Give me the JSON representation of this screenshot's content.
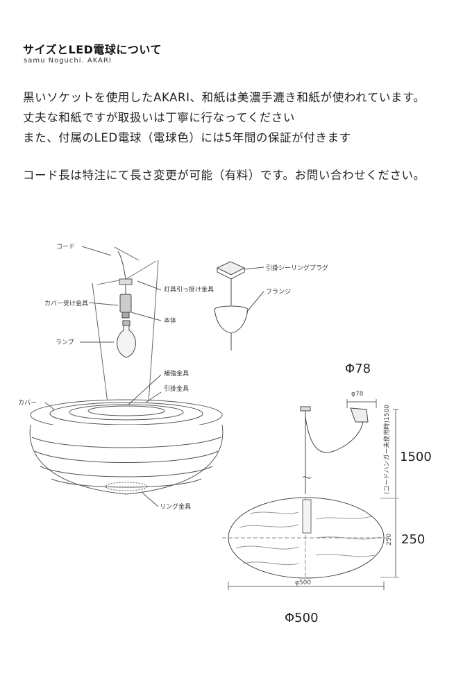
{
  "header": {
    "title": "サイズとLED電球について",
    "subtitle": "samu Noguchi. AKARI"
  },
  "description": [
    "黒いソケットを使用したAKARI、和紙は美濃手漉き和紙が使われています。",
    "丈夫な和紙ですが取扱いは丁寧に行なってください",
    "また、付属のLED電球（電球色）には5年間の保証が付きます",
    "コード長は特注にて長さ変更が可能（有料）です。お問い合わせください。"
  ],
  "diagram_labels": {
    "cord": "コード",
    "fixture_hook": "灯具引っ掛け金具",
    "cover_receiver": "カバー受け金具",
    "body": "本体",
    "lamp": "ランプ",
    "reinforcement": "補強金具",
    "hook": "引掛金具",
    "cover": "カバー",
    "ring": "リング金具",
    "ceiling_plug": "引掛シーリングプラグ",
    "flange": "フランジ"
  },
  "dimensions": {
    "canopy_diameter": "Φ78",
    "canopy_diameter_small": "φ78",
    "cord_length": "1500",
    "cord_note": "(コードハンガー未使用時)1500",
    "height": "250",
    "height_small": "250",
    "shade_diameter_small": "φ500",
    "shade_diameter": "Φ500"
  }
}
